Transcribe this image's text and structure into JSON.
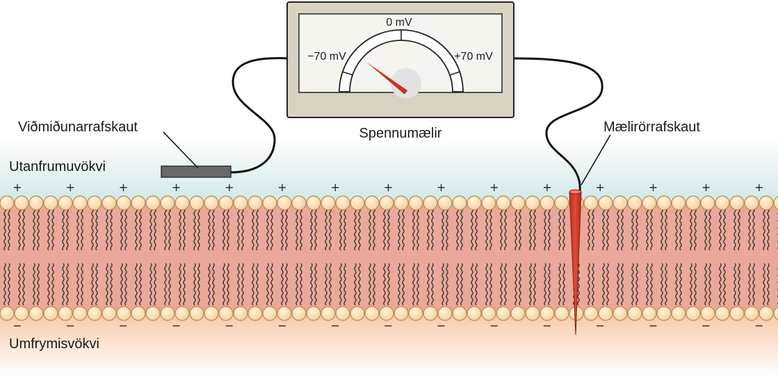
{
  "labels": {
    "meter": "Spennumælir",
    "reference_electrode": "Viðmiðunarrafskaut",
    "recording_electrode": "Mælirörrafskaut",
    "extracellular_fluid": "Utanfrumuvökvi",
    "intracellular_fluid": "Umfrymisvökvi"
  },
  "meter": {
    "scale": {
      "min_label": "−70 mV",
      "zero_label": "0 mV",
      "max_label": "+70 mV",
      "min_value": -70,
      "max_value": 70
    },
    "reading": -60
  },
  "membrane": {
    "outer_sign": "+",
    "inner_sign": "−"
  },
  "colors": {
    "extracellular": "#cfe7ea",
    "membrane_interior": "#eba89a",
    "lipid_head": "#f3cf97",
    "lipid_head_edge": "#b88a52",
    "intracellular": "#f8c9a6",
    "meter_case": "#d8d2c2",
    "meter_face": "#f6f4ee",
    "needle": "#c8302a",
    "electrode_probe": "#e04a36",
    "reference_bar": "#6a6a6a"
  }
}
